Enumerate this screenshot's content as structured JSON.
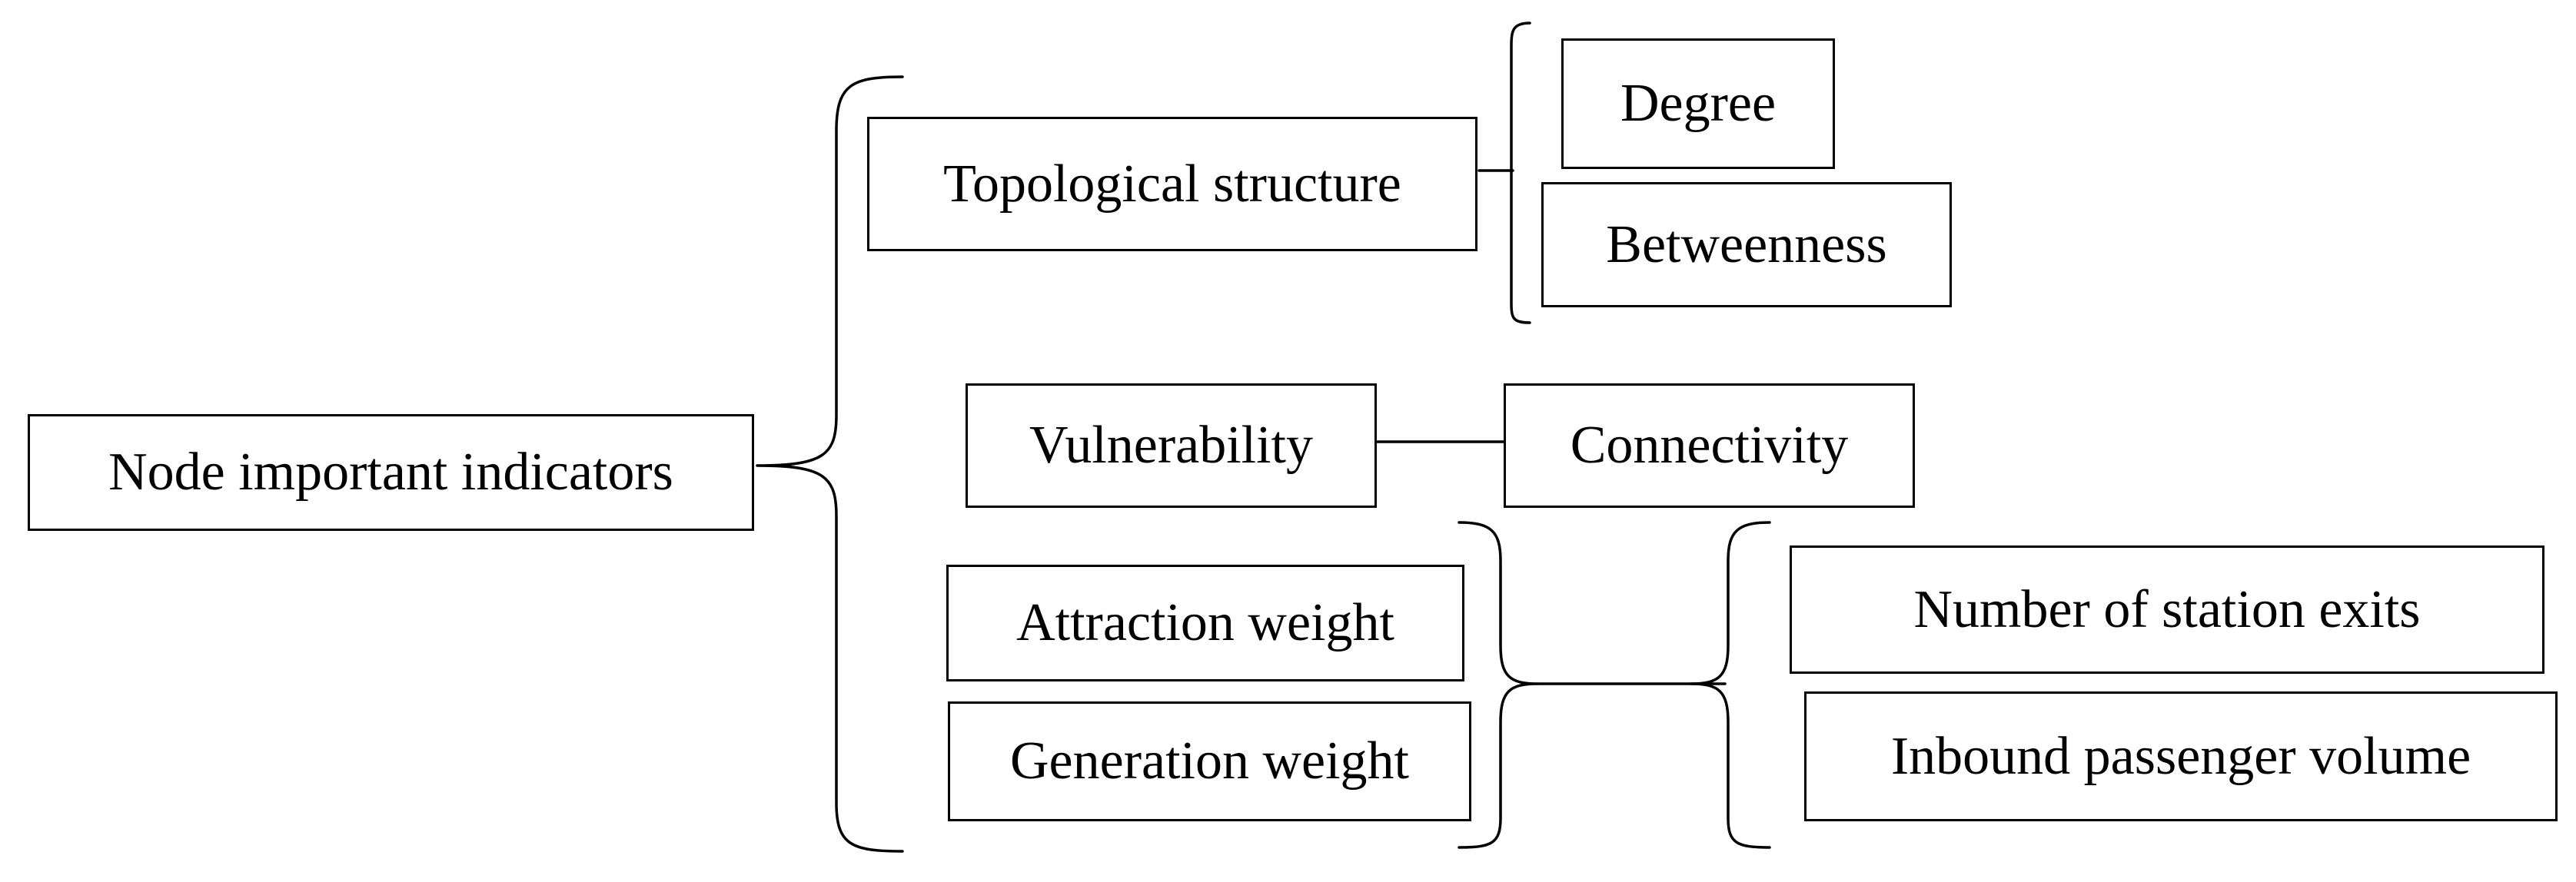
{
  "diagram": {
    "root": "Node important indicators",
    "categories": {
      "topological": {
        "label": "Topological structure",
        "children": [
          "Degree",
          "Betweenness"
        ]
      },
      "vulnerability": {
        "label": "Vulnerability",
        "children": [
          "Connectivity"
        ]
      },
      "weights": {
        "labels": [
          "Attraction weight",
          "Generation weight"
        ],
        "children": [
          "Number of station exits",
          "Inbound passenger volume"
        ]
      }
    }
  },
  "colors": {
    "stroke": "#000000",
    "background": "#ffffff"
  }
}
